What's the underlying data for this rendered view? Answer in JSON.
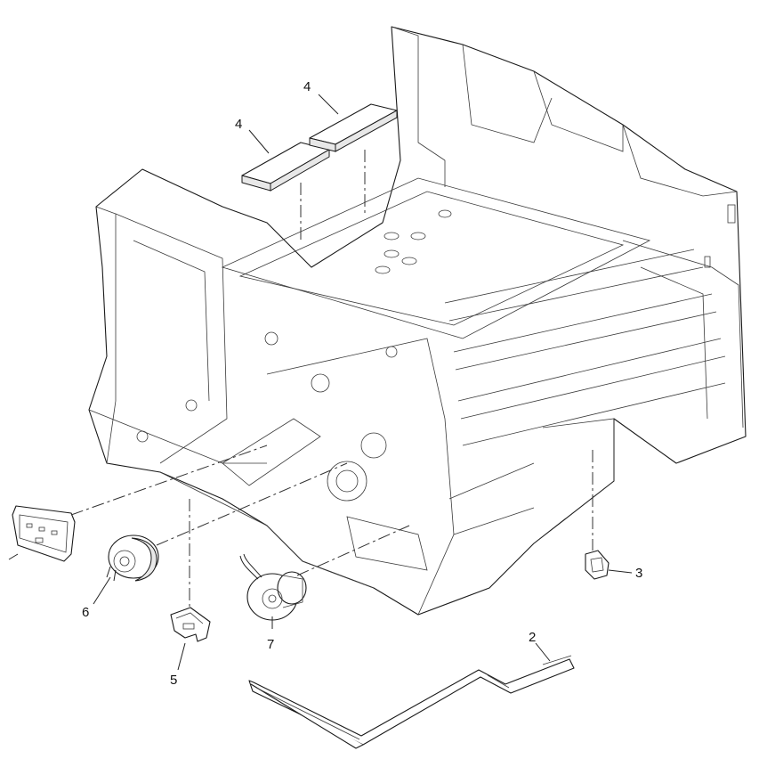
{
  "callouts": {
    "c2": "2",
    "c3": "3",
    "c4a": "4",
    "c4b": "4",
    "c5": "5",
    "c6": "6",
    "c7": "7"
  },
  "colors": {
    "line": "#1a1a1a",
    "background": "#ffffff",
    "watermark_blue": "#9cc3e6",
    "watermark_orange": "#f6c98a",
    "watermark_red": "#e9a7a7"
  }
}
